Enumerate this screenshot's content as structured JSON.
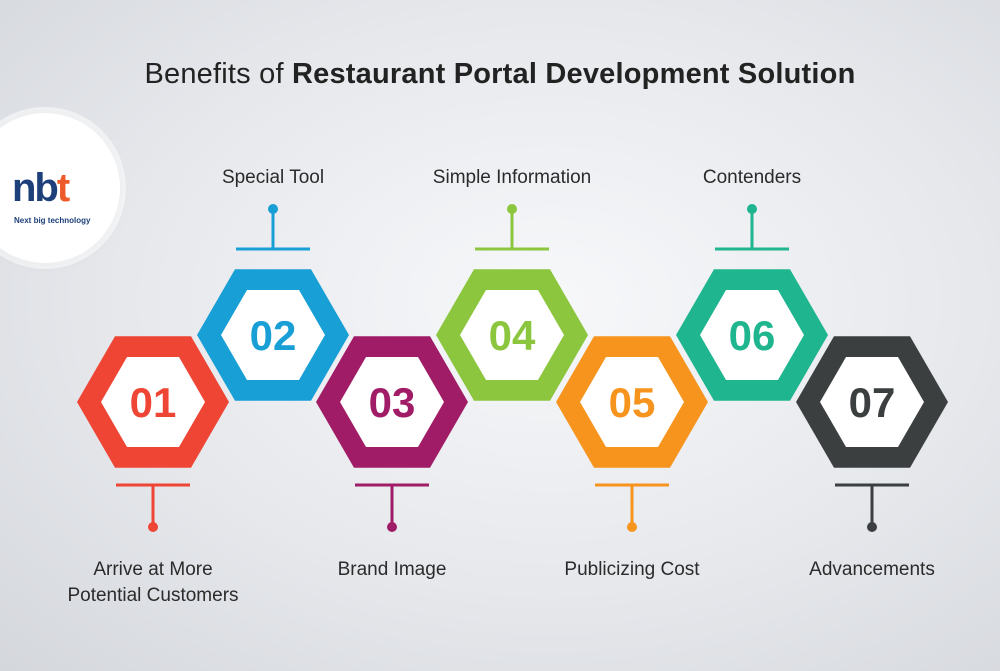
{
  "title": {
    "normal": "Benefits of ",
    "bold": "Restaurant Portal Development Solution"
  },
  "logo": {
    "mark_a": "nb",
    "mark_b": "t",
    "tagline": "Next big technology"
  },
  "steps": [
    {
      "number": "01",
      "label_lines": [
        "Arrive at More",
        "Potential Customers"
      ],
      "color": "#ee4535",
      "position": "bottom"
    },
    {
      "number": "02",
      "label_lines": [
        "Special Tool"
      ],
      "color": "#189fd6",
      "position": "top"
    },
    {
      "number": "03",
      "label_lines": [
        "Brand Image"
      ],
      "color": "#a01c66",
      "position": "bottom"
    },
    {
      "number": "04",
      "label_lines": [
        "Simple Information"
      ],
      "color": "#8cc63f",
      "position": "top"
    },
    {
      "number": "05",
      "label_lines": [
        "Publicizing Cost"
      ],
      "color": "#f7941e",
      "position": "bottom"
    },
    {
      "number": "06",
      "label_lines": [
        "Contenders"
      ],
      "color": "#1fb58f",
      "position": "top"
    },
    {
      "number": "07",
      "label_lines": [
        "Advancements"
      ],
      "color": "#3b3f3f",
      "position": "bottom"
    }
  ]
}
